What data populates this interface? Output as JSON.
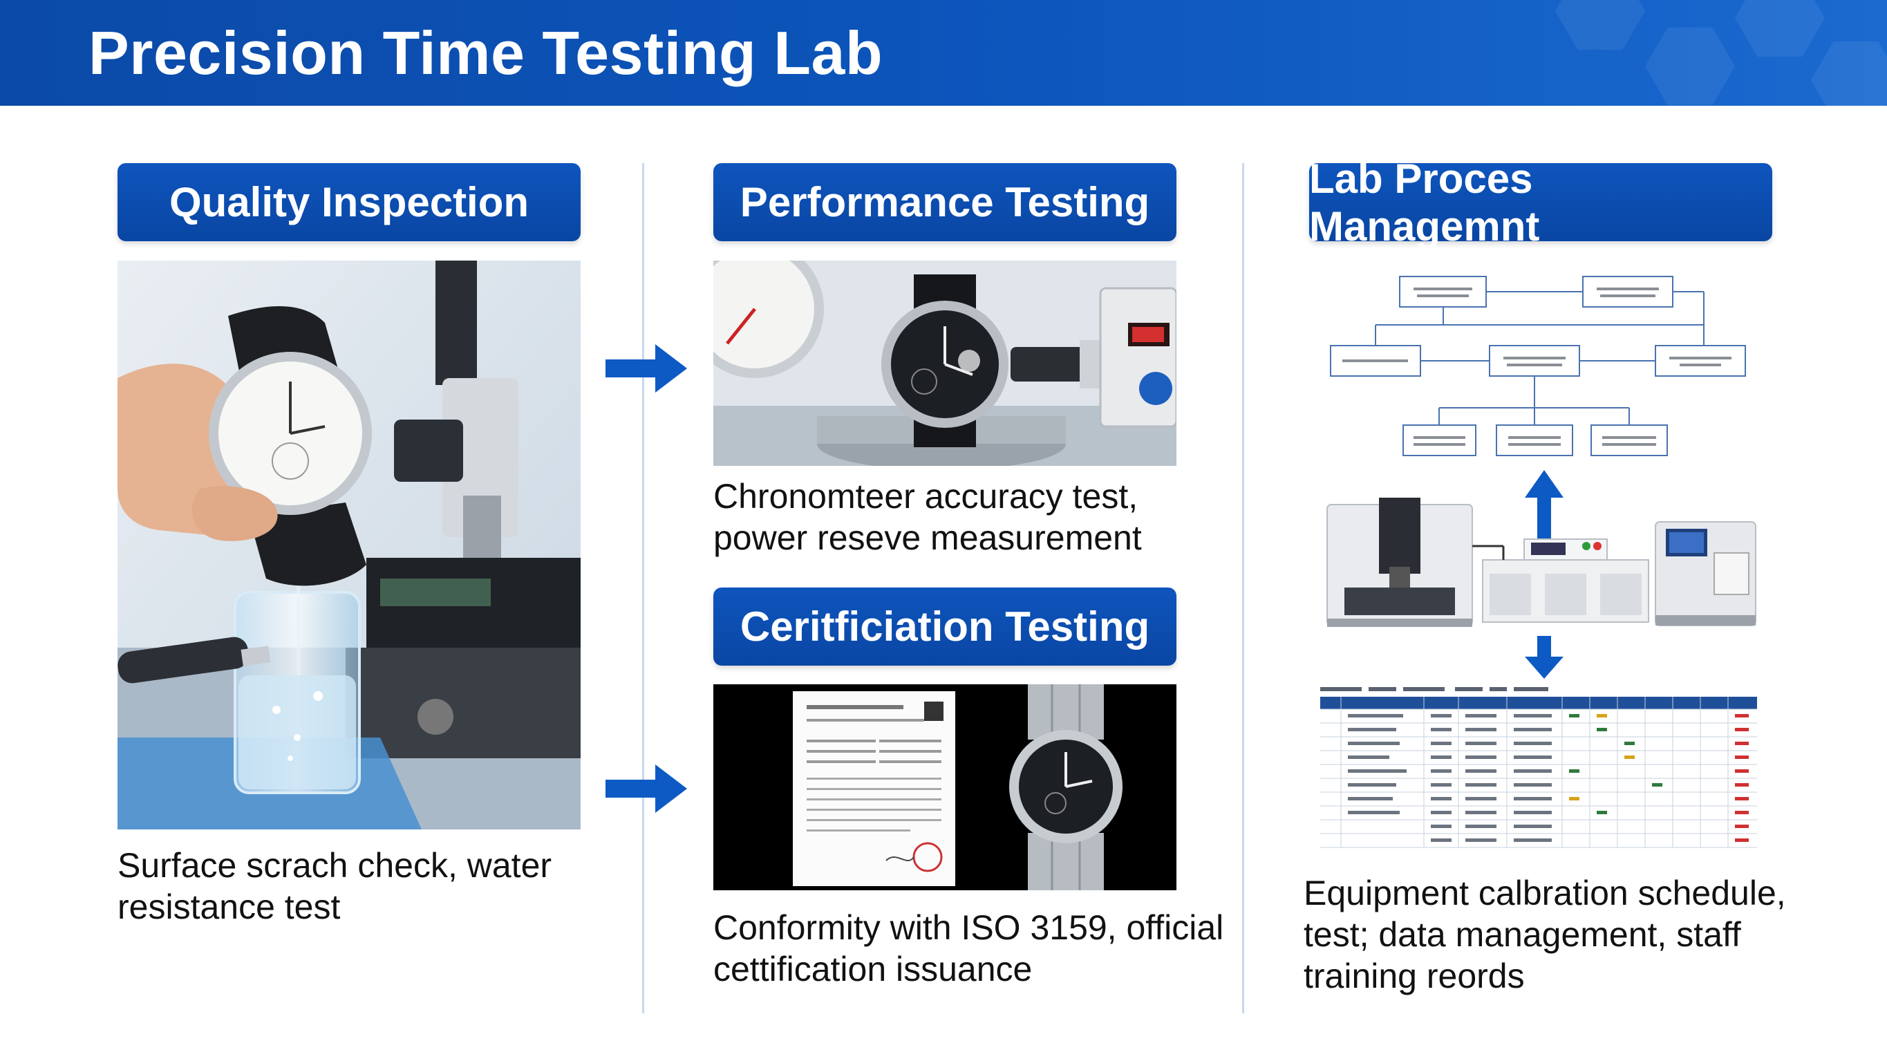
{
  "title": "Precision Time Testing Lab",
  "columns": {
    "quality": {
      "heading": "Quality Inspection",
      "caption_line1": "Surface scrach check, water",
      "caption_line2": "resistance test"
    },
    "performance": {
      "heading": "Performance Testing",
      "caption_line1": "Chronomteer accuracy test,",
      "caption_line2": "power reseve measurement"
    },
    "certification": {
      "heading": "Ceritficiation Testing",
      "caption_line1": "Conformity with ISO 3159, official",
      "caption_line2": "cettification issuance"
    },
    "lab": {
      "heading": "Lab Proces Managemnt",
      "caption_line1": "Equipment calbration schedule,",
      "caption_line2": "test; data management, staff",
      "caption_line3": "training reords"
    }
  },
  "colors": {
    "brand_blue": "#0b4aa8",
    "arrow_blue": "#0d5ac4",
    "divider": "#c9d8ec"
  },
  "icons": [
    "right-arrow-icon",
    "up-arrow-icon",
    "down-arrow-icon"
  ]
}
